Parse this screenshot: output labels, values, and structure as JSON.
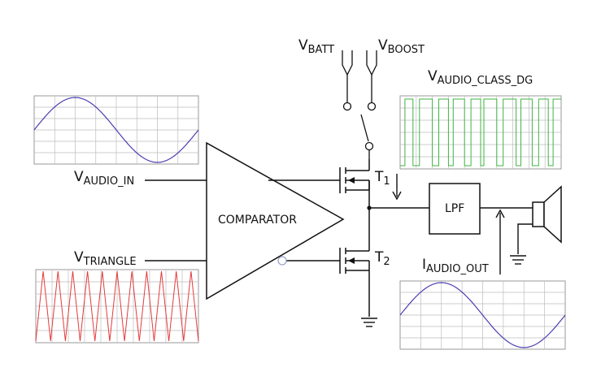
{
  "labels": {
    "v_batt": {
      "main": "V",
      "sub": "BATT"
    },
    "v_boost": {
      "main": "V",
      "sub": "BOOST"
    },
    "v_audio_class_dg": {
      "main": "V",
      "sub": "AUDIO_CLASS_DG"
    },
    "v_audio_in": {
      "main": "V",
      "sub": "AUDIO_IN"
    },
    "v_triangle": {
      "main": "V",
      "sub": "TRIANGLE"
    },
    "i_audio_out": {
      "main": "I",
      "sub": "AUDIO_OUT"
    },
    "comparator": "COMPARATOR",
    "lpf": "LPF",
    "t1": {
      "main": "T",
      "sub": "1"
    },
    "t2": {
      "main": "T",
      "sub": "2"
    }
  },
  "colors": {
    "line": "#111111",
    "sine": "#4a3fb0",
    "triangle": "#e23b3b",
    "pwm": "#3fb542",
    "grid": "#bdbdbd"
  },
  "waveforms": {
    "audio_in": {
      "kind": "sine",
      "cycles": 1,
      "phase_deg": 0
    },
    "triangle": {
      "kind": "triangle",
      "cycles": 11
    },
    "class_dg": {
      "kind": "pwm"
    },
    "audio_out": {
      "kind": "sine",
      "cycles": 1,
      "phase_deg": 0
    }
  }
}
